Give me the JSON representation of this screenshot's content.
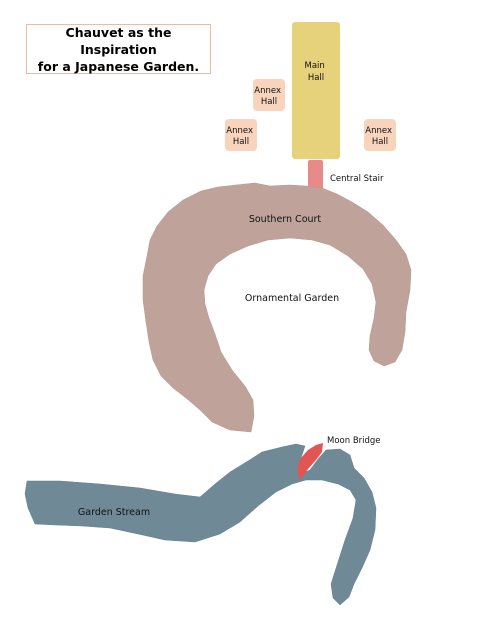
{
  "title": "Chauvet as the Inspiration\nfor a Japanese Garden.",
  "areas": {
    "main_hall": "Main\nHall",
    "annex_hall_top": "Annex\nHall",
    "annex_hall_left": "Annex\nHall",
    "annex_hall_right": "Annex\nHall",
    "central_stair": "Central Stair",
    "southern_court": "Southern Court",
    "ornamental_garden": "Ornamental Garden",
    "moon_bridge": "Moon Bridge",
    "garden_stream": "Garden Stream"
  },
  "colors": {
    "main_hall": "#e6d27a",
    "annex_hall": "#f9d4bd",
    "central_stair": "#e88a8a",
    "court": "#bfa39b",
    "stream": "#6f8a96",
    "moon_bridge": "#e25555"
  }
}
